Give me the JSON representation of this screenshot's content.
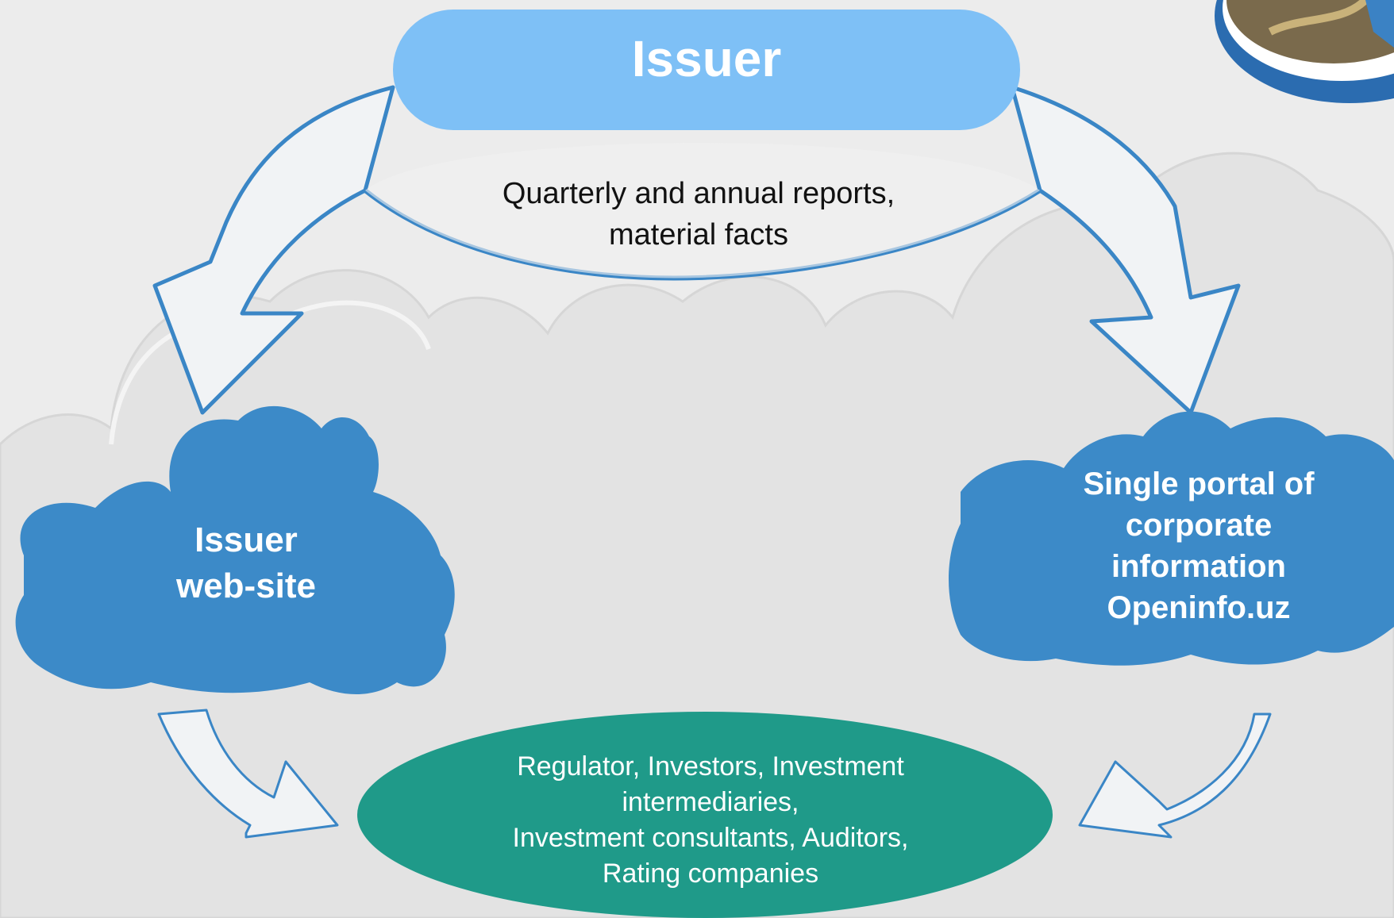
{
  "issuer": {
    "title": "Issuer"
  },
  "flow": {
    "caption_lines": [
      "Quarterly and annual reports,",
      "material facts"
    ]
  },
  "website": {
    "lines": [
      "Issuer",
      "web-site"
    ]
  },
  "portal": {
    "lines": [
      "Single portal of",
      "corporate",
      "information",
      "Openinfo.uz"
    ]
  },
  "audience": {
    "lines": [
      "Regulator, Investors, Investment",
      "intermediaries,",
      "Investment consultants, Auditors,",
      "Rating companies"
    ]
  },
  "colors": {
    "background": "#ececec",
    "background_cloud": "#e2e2e2",
    "issuer_pill": "#7ec0f6",
    "cloud_blue": "#3c8ac8",
    "ellipse_teal": "#1f9a89",
    "arrow_stroke": "#3a86c6",
    "arrow_fill": "#f2f2f2"
  }
}
